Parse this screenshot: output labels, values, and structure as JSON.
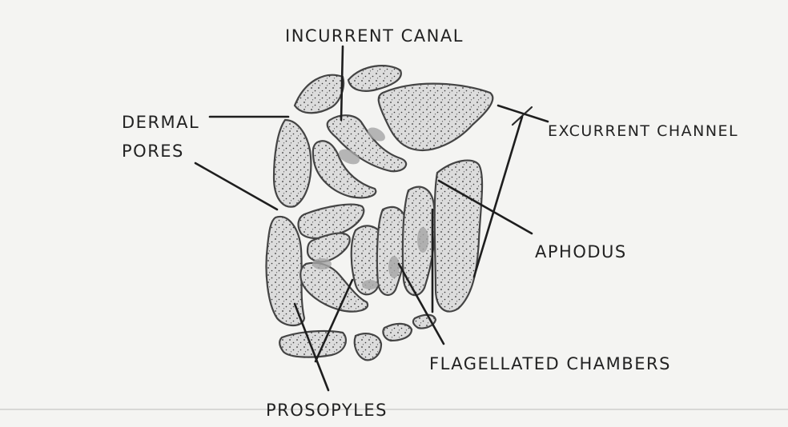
{
  "diagram": {
    "labels": {
      "incurrent_canal": "INCURRENT CANAL",
      "dermal": "DERMAL",
      "pores": "PORES",
      "excurrent_channel": "EXCURRENT CHANNEL",
      "aphodus": "APHODUS",
      "flagellated_chambers": "FLAGELLATED CHAMBERS",
      "prosopyles": "PROSOPYLES"
    }
  }
}
